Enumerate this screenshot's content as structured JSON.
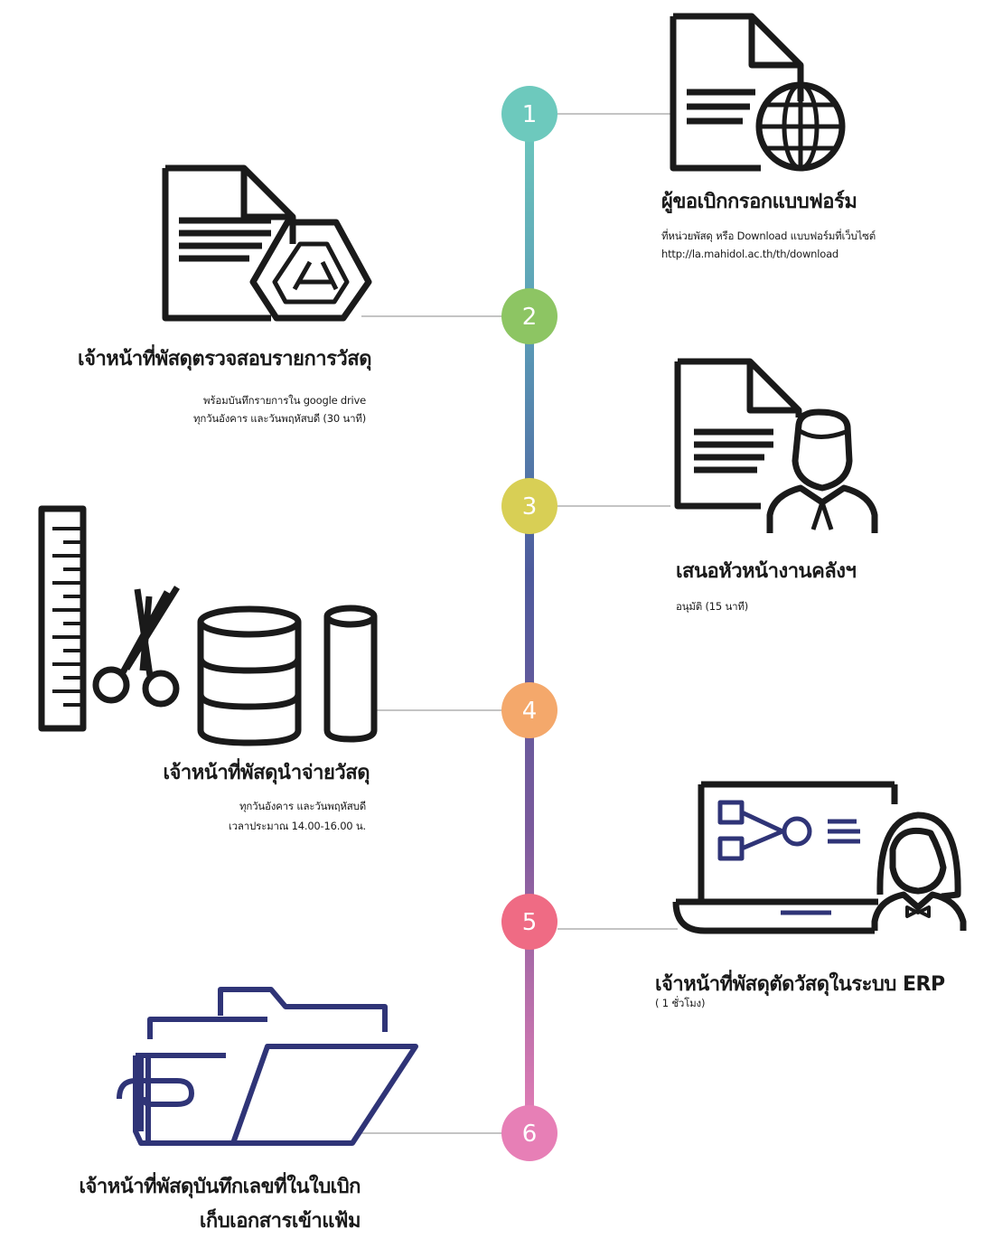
{
  "steps": [
    {
      "number": "1",
      "title": "ผู้ขอเบิกกรอกแบบฟอร์ม",
      "desc": [
        "ที่หน่วยพัสดุ หรือ Download แบบฟอร์มที่เว็บไซต์",
        "http://la.mahidol.ac.th/th/download"
      ],
      "color": "#6dc9bd",
      "icon": "document-globe-icon"
    },
    {
      "number": "2",
      "title": "เจ้าหน้าที่พัสดุตรวจสอบรายการวัสดุ",
      "desc": [
        "พร้อมบันทึกรายการใน google drive",
        "ทุกวันอังคาร และวันพฤหัสบดี (30 นาที)"
      ],
      "color": "#8dc563",
      "icon": "document-drive-icon"
    },
    {
      "number": "3",
      "title": "เสนอหัวหน้างานคลังฯ",
      "desc": [
        "อนุมัติ (15 นาที)"
      ],
      "color": "#d8cf55",
      "icon": "document-person-icon"
    },
    {
      "number": "4",
      "title": "เจ้าหน้าที่พัสดุนำจ่ายวัสดุ",
      "desc": [
        "ทุกวันอังคาร และวันพฤหัสบดี",
        "เวลาประมาณ 14.00-16.00 น."
      ],
      "color": "#f4a86b",
      "icon": "supplies-icon"
    },
    {
      "number": "5",
      "title": "เจ้าหน้าที่พัสดุตัดวัสดุในระบบ ERP",
      "desc": [
        "( 1 ชั่วโมง)"
      ],
      "color": "#ef6b84",
      "icon": "laptop-person-icon"
    },
    {
      "number": "6",
      "title": "เจ้าหน้าที่พัสดุบันทึกเลขที่ในใบเบิก",
      "title2": "เก็บเอกสารเข้าแฟ้ม",
      "desc": [],
      "color": "#e77fb6",
      "icon": "folder-icon"
    }
  ],
  "colors": {
    "line_top": "#6dc9bd",
    "line_mid": "#4d5a9c",
    "line_bottom": "#e77fb6",
    "icon_dark": "#1a1a1a",
    "icon_navy": "#2f3477",
    "connector": "#b0b0b0"
  }
}
